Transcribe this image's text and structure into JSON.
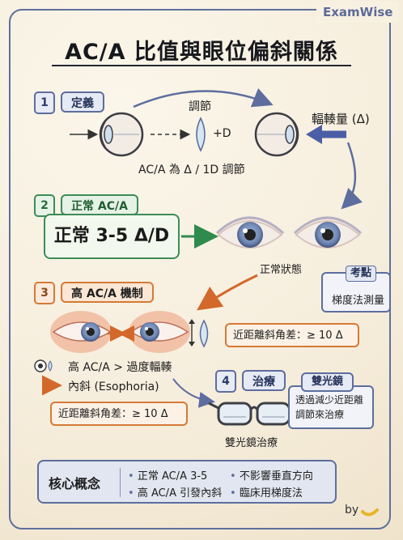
{
  "brand": "ExamWise",
  "title": "AC/A 比值與眼位偏斜關係",
  "section1": {
    "number": "1",
    "label": "定義",
    "accommodation": "調節",
    "lens_power": "+D",
    "convergence": "輻輳量 (Δ)",
    "formula": "AC/A 為 Δ / 1D 調節"
  },
  "section2": {
    "number": "2",
    "label": "正常 AC/A",
    "value": "正常 3-5 Δ/D",
    "eye_caption": "正常狀態"
  },
  "section3": {
    "number": "3",
    "label": "高 AC/A 機制",
    "near_angle_right": "近距離斜角差：≥ 10 Δ",
    "legend_high": "高 AC/A > 過度輻輳",
    "legend_eso": "內斜 (Esophoria)",
    "near_angle_left": "近距離斜角差：≥ 10 Δ"
  },
  "key_point": {
    "title": "考點",
    "text": "梯度法測量"
  },
  "section4": {
    "number": "4",
    "label": "治療",
    "glasses_caption": "雙光鏡治療",
    "bifocal_title": "雙光鏡",
    "bifocal_line1": "透過減少近距離",
    "bifocal_line2": "調節來治療"
  },
  "core": {
    "title": "核心概念",
    "items": [
      "正常 AC/A 3-5",
      "不影響垂直方向",
      "高 AC/A 引發內斜",
      "臨床用梯度法"
    ]
  },
  "credit": "by",
  "colors": {
    "accent_blue": "#5d6d9e",
    "accent_green": "#3c8c56",
    "accent_orange": "#d57a36",
    "arrow_blue": "#4b5ea6"
  }
}
